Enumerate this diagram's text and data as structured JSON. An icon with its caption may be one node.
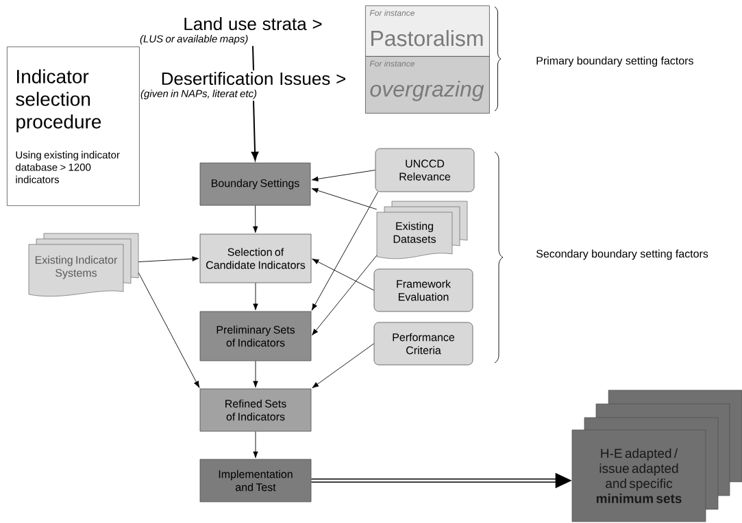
{
  "diagram": {
    "nodes": [
      {
        "text": [
          "Indicator selection procedure",
          "Using existing indicator database > 1200 indicators"
        ]
      },
      {
        "text": [
          "Land use strata >",
          "(LUS or available maps)"
        ]
      },
      {
        "text": [
          "Desertification Issues >",
          "(given in NAPs, literat etc)"
        ]
      },
      {
        "text": [
          "For instance",
          "Pastoralism"
        ]
      },
      {
        "text": [
          "For instance",
          "overgrazing"
        ]
      },
      {
        "text": [
          "Boundary Settings"
        ]
      },
      {
        "text": [
          "Selection of Candidate Indicators"
        ]
      },
      {
        "text": [
          "Preliminary Sets of Indicators"
        ]
      },
      {
        "text": [
          "Refined Sets of Indicators"
        ]
      },
      {
        "text": [
          "Implementation and Test"
        ]
      },
      {
        "text": [
          "H-E adapted / issue adapted and specific **minimum sets**"
        ]
      },
      {
        "text": [
          "Existing Indicator Systems"
        ]
      },
      {
        "text": [
          "UNCCD Relevance"
        ]
      },
      {
        "text": [
          "Existing Datasets"
        ]
      },
      {
        "text": [
          "Framework Evaluation"
        ]
      },
      {
        "text": [
          "Performance Criteria"
        ]
      }
    ],
    "edges": [
      {
        "from": 1,
        "to": 2,
        "arrow": "none"
      },
      {
        "from": 2,
        "to": 5,
        "arrow": "to"
      },
      {
        "from": 5,
        "to": 6,
        "arrow": "to"
      },
      {
        "from": 6,
        "to": 7,
        "arrow": "to"
      },
      {
        "from": 7,
        "to": 8,
        "arrow": "to"
      },
      {
        "from": 8,
        "to": 9,
        "arrow": "to"
      },
      {
        "from": 9,
        "to": 10,
        "arrow": "to",
        "style": "thick"
      },
      {
        "from": 11,
        "to": 6,
        "arrow": "to"
      },
      {
        "from": 11,
        "to": 8,
        "arrow": "to"
      },
      {
        "from": 12,
        "to": 5,
        "arrow": "to"
      },
      {
        "from": 13,
        "to": 5,
        "arrow": "to"
      },
      {
        "from": 12,
        "to": 7,
        "arrow": "to"
      },
      {
        "from": 13,
        "to": 7,
        "arrow": "to"
      },
      {
        "from": 14,
        "to": 6,
        "arrow": "to"
      },
      {
        "from": 15,
        "to": 8,
        "arrow": "to"
      }
    ],
    "labels": [
      "Primary boundary setting factors",
      "Secondary boundary setting factors"
    ]
  }
}
